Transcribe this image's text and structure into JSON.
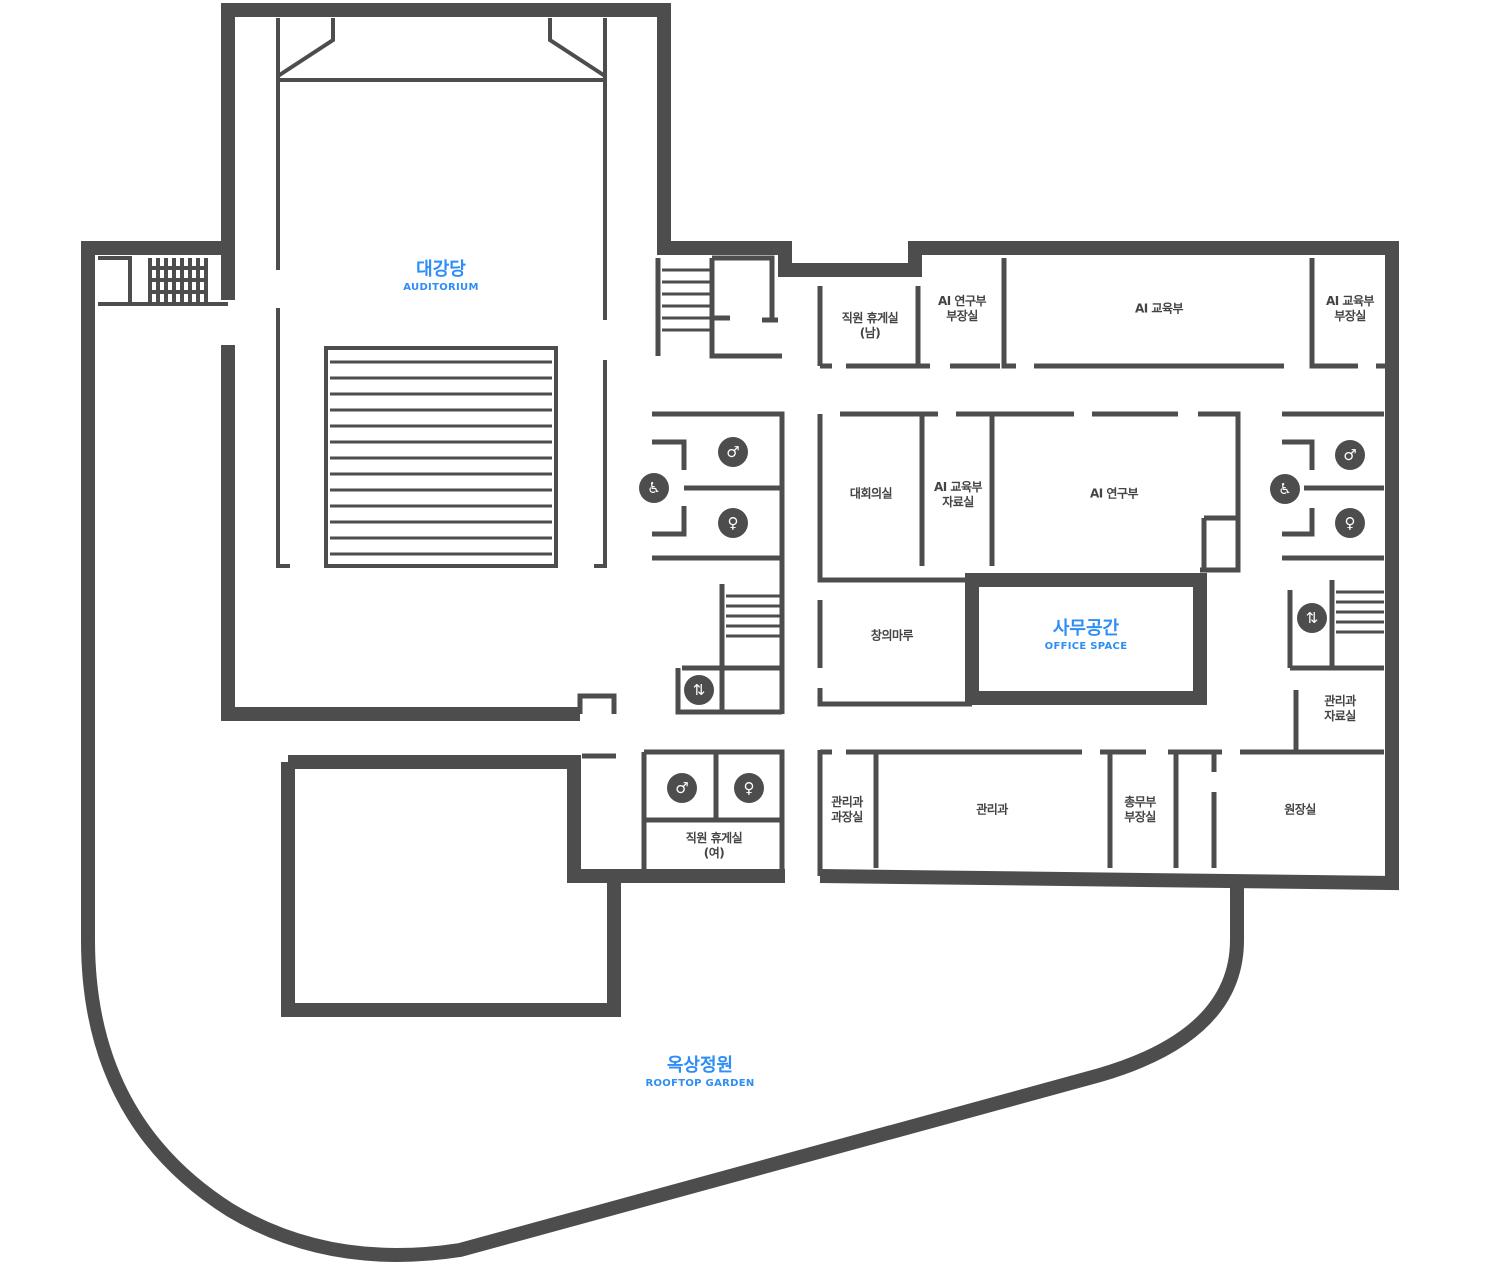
{
  "zones": {
    "auditorium": {
      "ko": "대강당",
      "en": "AUDITORIUM"
    },
    "office": {
      "ko": "사무공간",
      "en": "OFFICE SPACE"
    },
    "garden": {
      "ko": "옥상정원",
      "en": "ROOFTOP GARDEN"
    }
  },
  "rooms": {
    "staff_lounge_m": "직원 휴게실\n(남)",
    "ai_research_head": "AI 연구부\n부장실",
    "ai_edu": "AI 교육부",
    "ai_edu_head": "AI 교육부\n부장실",
    "conference": "대회의실",
    "ai_edu_archive": "AI 교육부\n자료실",
    "ai_research": "AI 연구부",
    "creative": "창의마루",
    "mgmt_archive": "관리과\n자료실",
    "mgmt_chief": "관리과\n과장실",
    "mgmt": "관리과",
    "general_head": "총무부\n부장실",
    "director": "원장실",
    "staff_lounge_f": "직원 휴게실\n(여)"
  },
  "colors": {
    "wall": "#4d4d4d",
    "accent": "#2e8ef5"
  }
}
